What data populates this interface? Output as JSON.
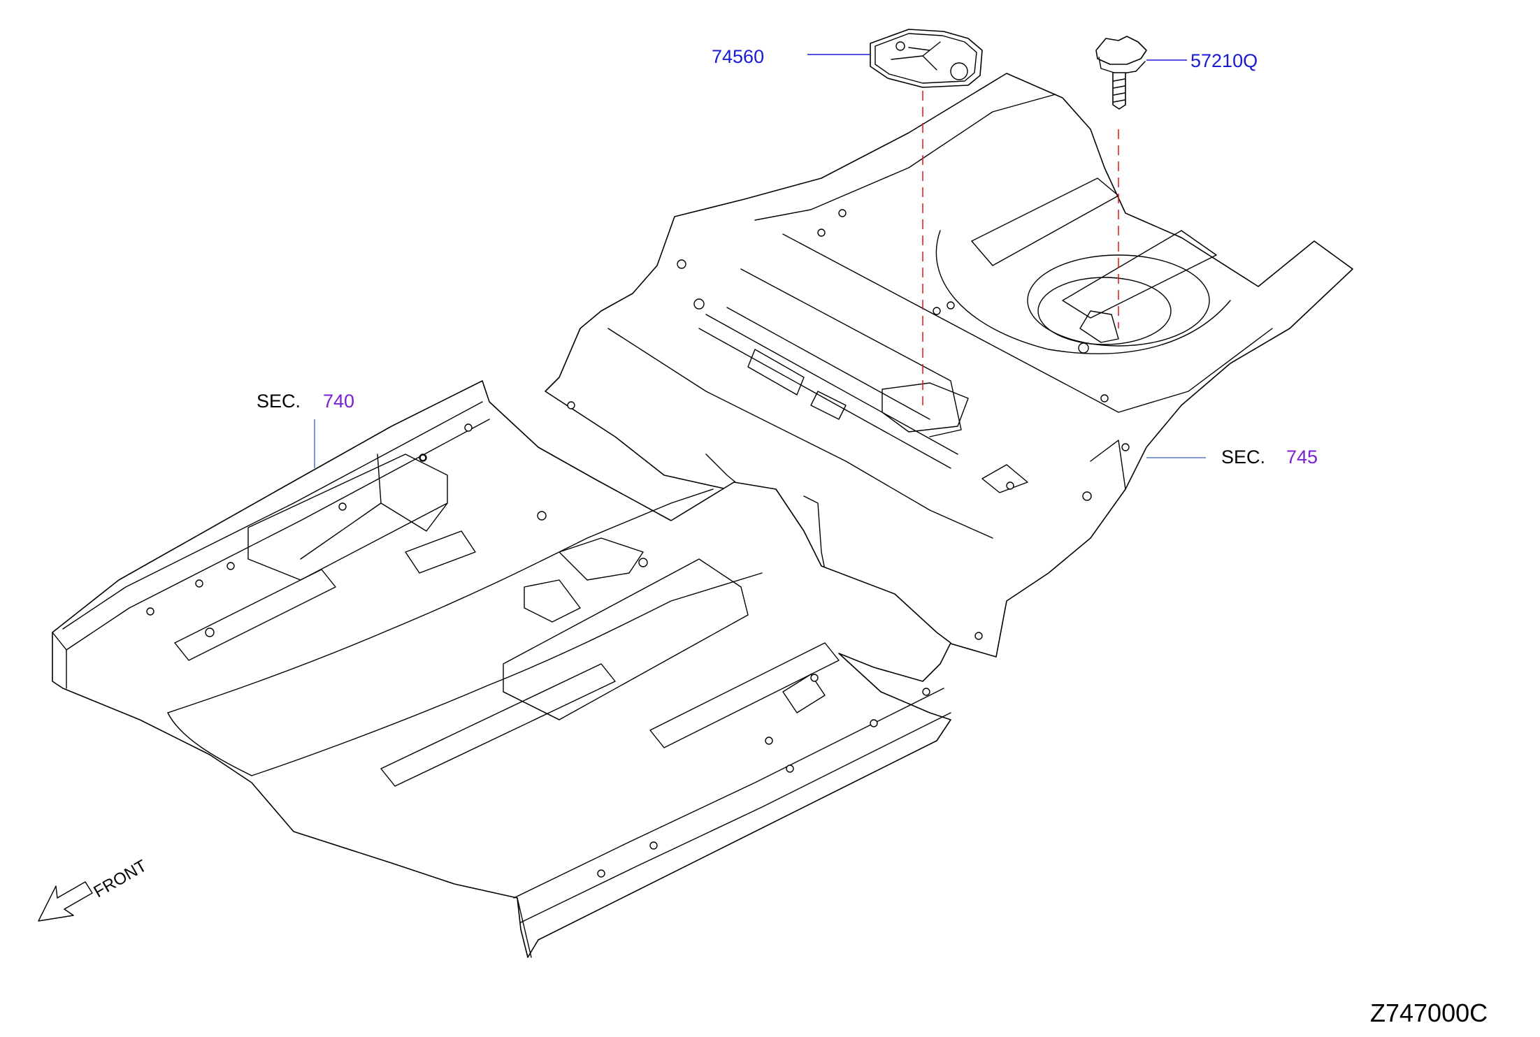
{
  "labels": {
    "part_74560": "74560",
    "part_57210q": "57210Q",
    "sec_word": "SEC.",
    "sec_740": "740",
    "sec_745": "745",
    "front": "FRONT",
    "diagram_code": "Z747000C"
  },
  "colors": {
    "part_number": "#1a1ad6",
    "section_number": "#7a1fd6",
    "dashed_guide": "#e02020"
  },
  "icons": [
    "front-arrow-icon",
    "jack-cover-icon",
    "tie-down-knob-icon"
  ]
}
